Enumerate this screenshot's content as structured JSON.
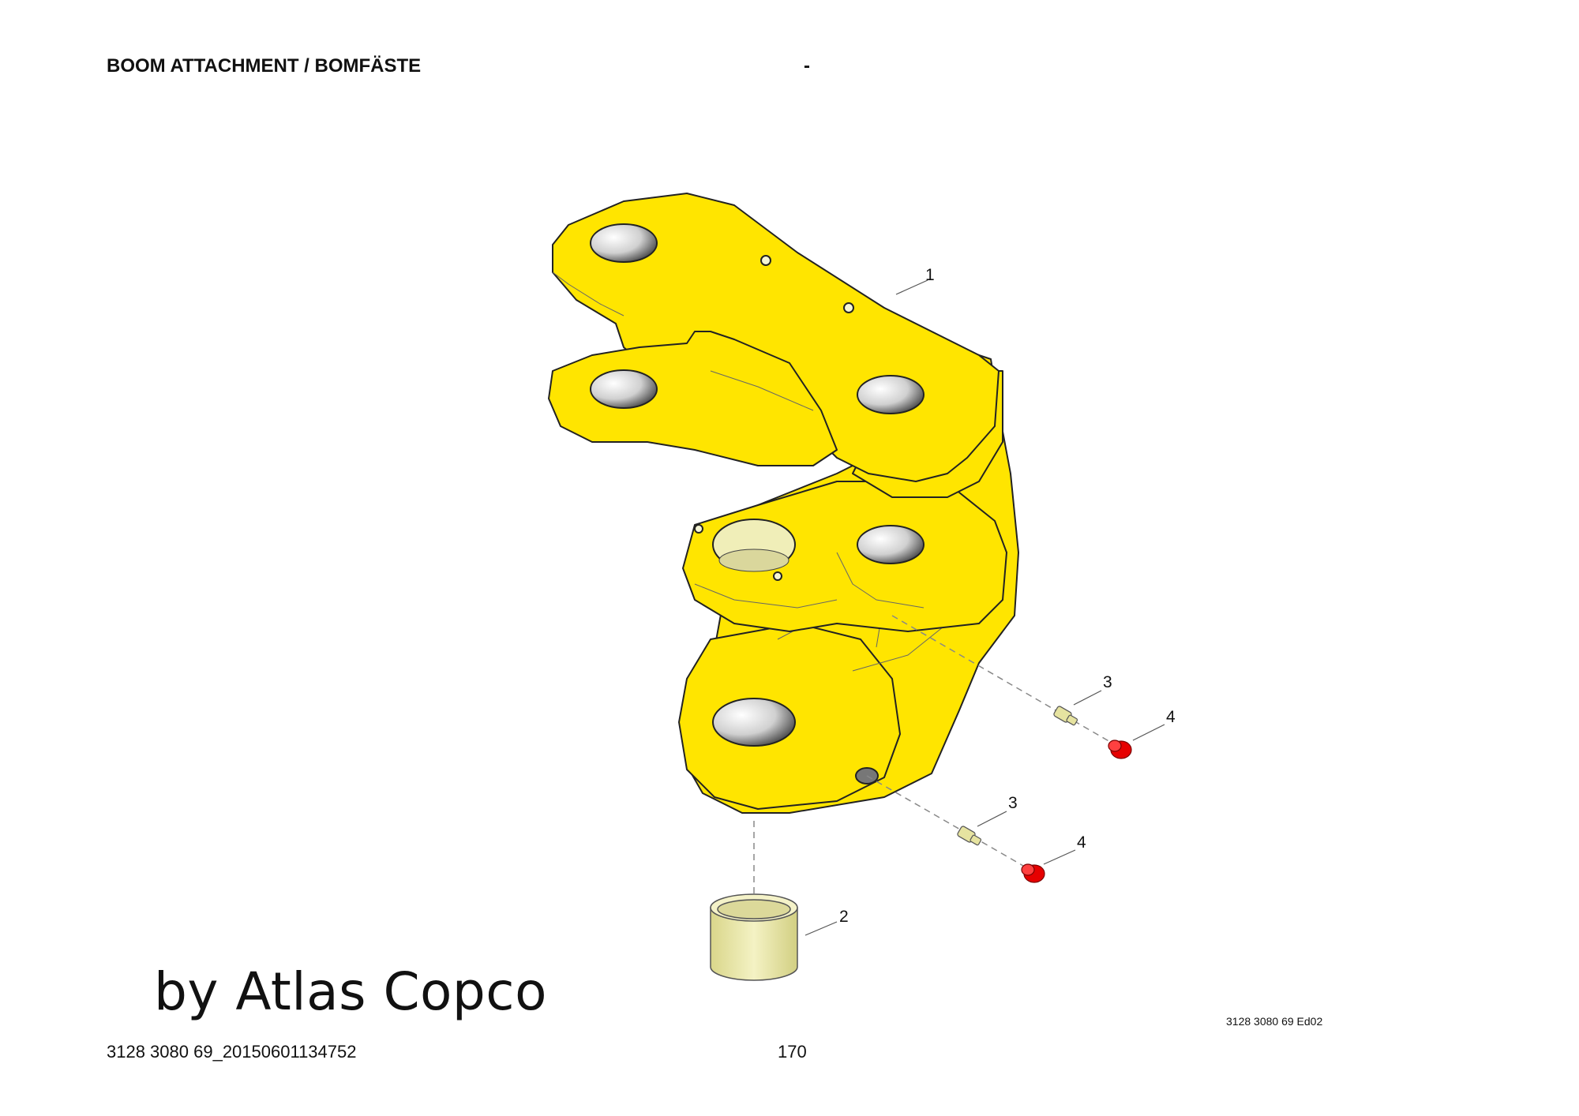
{
  "header": {
    "title": "BOOM ATTACHMENT / BOMFÄSTE",
    "section": "-"
  },
  "watermark": {
    "text": "by Atlas Copco"
  },
  "drawing": {
    "drawing_number": "3128 3080 69 Ed02",
    "colors": {
      "bracket": "#FFE500",
      "bushing": "#EEEBA8",
      "grease_nipple": "#E6E3A0",
      "cap": "#E60000"
    },
    "callouts": [
      "1",
      "2",
      "3",
      "4",
      "3",
      "4"
    ]
  },
  "footer": {
    "doc_id": "3128 3080 69_20150601134752",
    "page": "170"
  }
}
